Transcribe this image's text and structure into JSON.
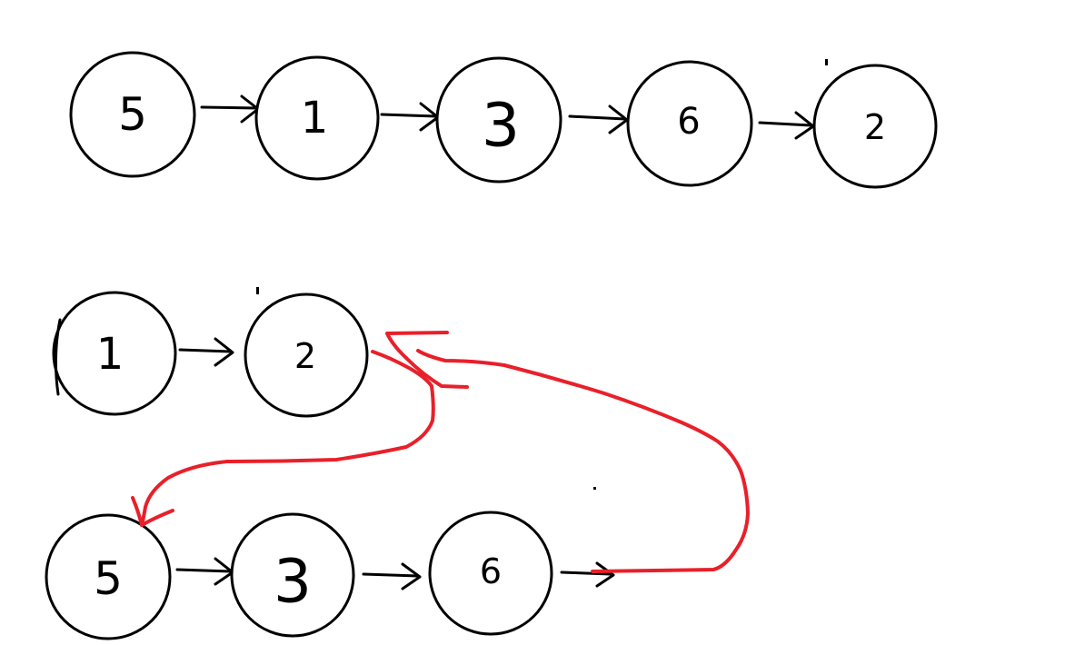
{
  "diagram": {
    "original_list": {
      "nodes": [
        "5",
        "1",
        "3",
        "6",
        "2"
      ]
    },
    "result_lists": {
      "list_a": [
        "1",
        "2"
      ],
      "list_b": [
        "5",
        "3",
        "6"
      ]
    },
    "colors": {
      "ink": "#000000",
      "highlight": "#e8202a",
      "background": "#ffffff"
    }
  }
}
